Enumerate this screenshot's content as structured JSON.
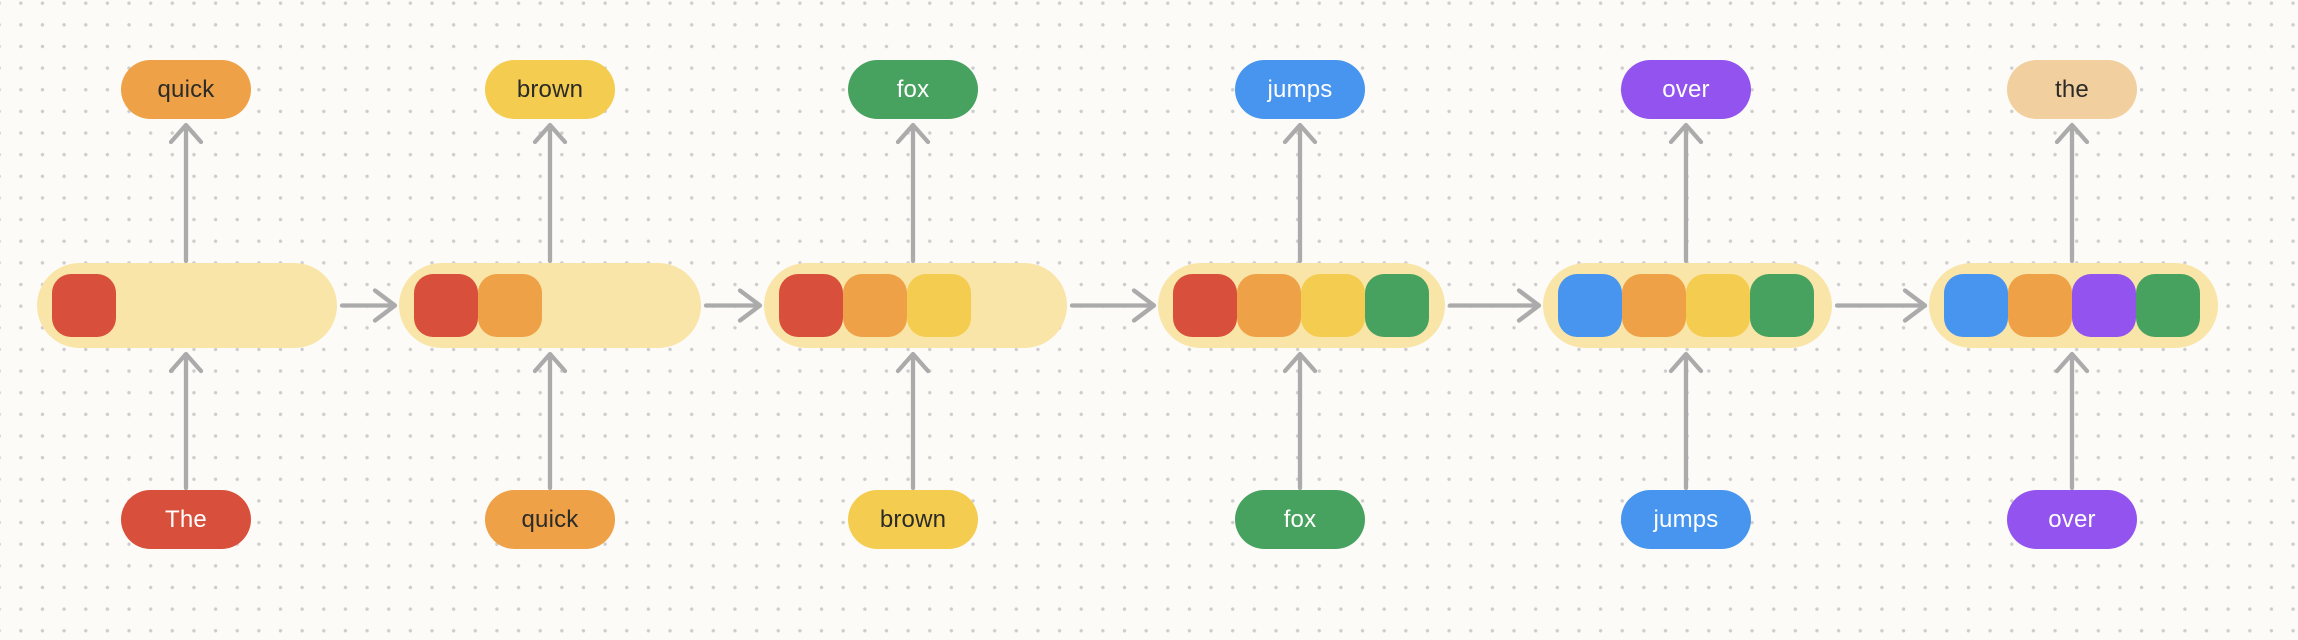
{
  "palette": {
    "background": "#FCFBF8",
    "grid_dot": "#CDCDCD",
    "arrow": "#ABABAB",
    "container": "#FAE5A8",
    "red": "#D8503B",
    "orange": "#EEA147",
    "yellow": "#F4CC4F",
    "green": "#48A25F",
    "blue": "#4795EF",
    "purple": "#9253EE",
    "tan": "#F2CF9E",
    "text_dark": "#2B2B28",
    "text_light": "#FFFFFF"
  },
  "dark_text_colors": [
    "orange",
    "yellow",
    "tan"
  ],
  "steps": [
    {
      "input": {
        "label": "The",
        "color": "red"
      },
      "output": {
        "label": "quick",
        "color": "orange"
      },
      "memory": [
        "red"
      ]
    },
    {
      "input": {
        "label": "quick",
        "color": "orange"
      },
      "output": {
        "label": "brown",
        "color": "yellow"
      },
      "memory": [
        "red",
        "orange"
      ]
    },
    {
      "input": {
        "label": "brown",
        "color": "yellow"
      },
      "output": {
        "label": "fox",
        "color": "green"
      },
      "memory": [
        "red",
        "orange",
        "yellow"
      ]
    },
    {
      "input": {
        "label": "fox",
        "color": "green"
      },
      "output": {
        "label": "jumps",
        "color": "blue"
      },
      "memory": [
        "red",
        "orange",
        "yellow",
        "green"
      ]
    },
    {
      "input": {
        "label": "jumps",
        "color": "blue"
      },
      "output": {
        "label": "over",
        "color": "purple"
      },
      "memory": [
        "blue",
        "orange",
        "yellow",
        "green"
      ]
    },
    {
      "input": {
        "label": "over",
        "color": "purple"
      },
      "output": {
        "label": "the",
        "color": "tan"
      },
      "memory": [
        "blue",
        "orange",
        "purple",
        "green"
      ]
    }
  ]
}
